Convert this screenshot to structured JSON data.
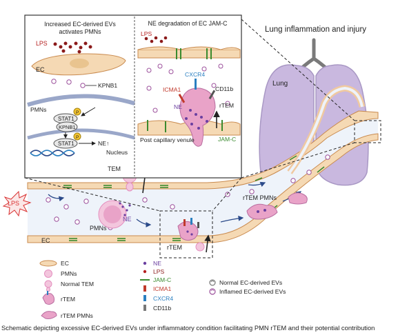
{
  "colors": {
    "ec_fill": "#f5d9b4",
    "ec_stroke": "#c98a4e",
    "lps": "#8b1a1a",
    "ne": "#6a3fa0",
    "jamc": "#3a8a2e",
    "icma1": "#c0392b",
    "cxcr4": "#2a7fc0",
    "cd11b": "#555555",
    "pmn": "#e9a3c8",
    "lung": "#c9b8df",
    "vessel_lumen": "#eef3fa",
    "panel_border": "#333333"
  },
  "main": {
    "title": "Lung inflammation and injury",
    "lung_label": "Lung"
  },
  "panel_left": {
    "title_line1": "Increased EC-derived EVs",
    "title_line2": "activates PMNs",
    "lps": "LPS",
    "ec": "EC",
    "kpnb1": "KPNB1",
    "pmns": "PMNs",
    "stat1_a": "STAT1",
    "p_a": "P",
    "kpnb": "KPNB1",
    "stat1_b": "STAT1",
    "p_b": "P",
    "ne_up": "NE↑",
    "nucleus": "Nucleus"
  },
  "panel_right": {
    "title": "NE degradation of  EC JAM-C",
    "lps": "LPS",
    "cxcr4": "CXCR4",
    "icma1": "ICMA1",
    "cd11b": "CD11b",
    "ne": "NE",
    "rtem": "rTEM",
    "jamc": "JAM-C",
    "post": "Post capillary venule"
  },
  "vessel": {
    "tem": "TEM",
    "lps": "LPS",
    "ne": "NE",
    "pmns": "PMNs",
    "ec": "EC",
    "rtem_pmns": "rTEM PMNs",
    "rtem": "rTEM"
  },
  "legend": {
    "col1": [
      "EC",
      "PMNs",
      "Normal TEM",
      "rTEM",
      "rTEM PMNs"
    ],
    "col2": [
      "NE",
      "LPS",
      "JAM-C",
      "ICMA1",
      "CXCR4",
      "CD11b"
    ],
    "col3": [
      "Normal  EC-derived EVs",
      "Inflamed EC-derived EVs"
    ]
  },
  "caption": "Schematic depicting excessive EC-derived EVs under inflammatory condition facilitating PMN rTEM and their potential contribution"
}
